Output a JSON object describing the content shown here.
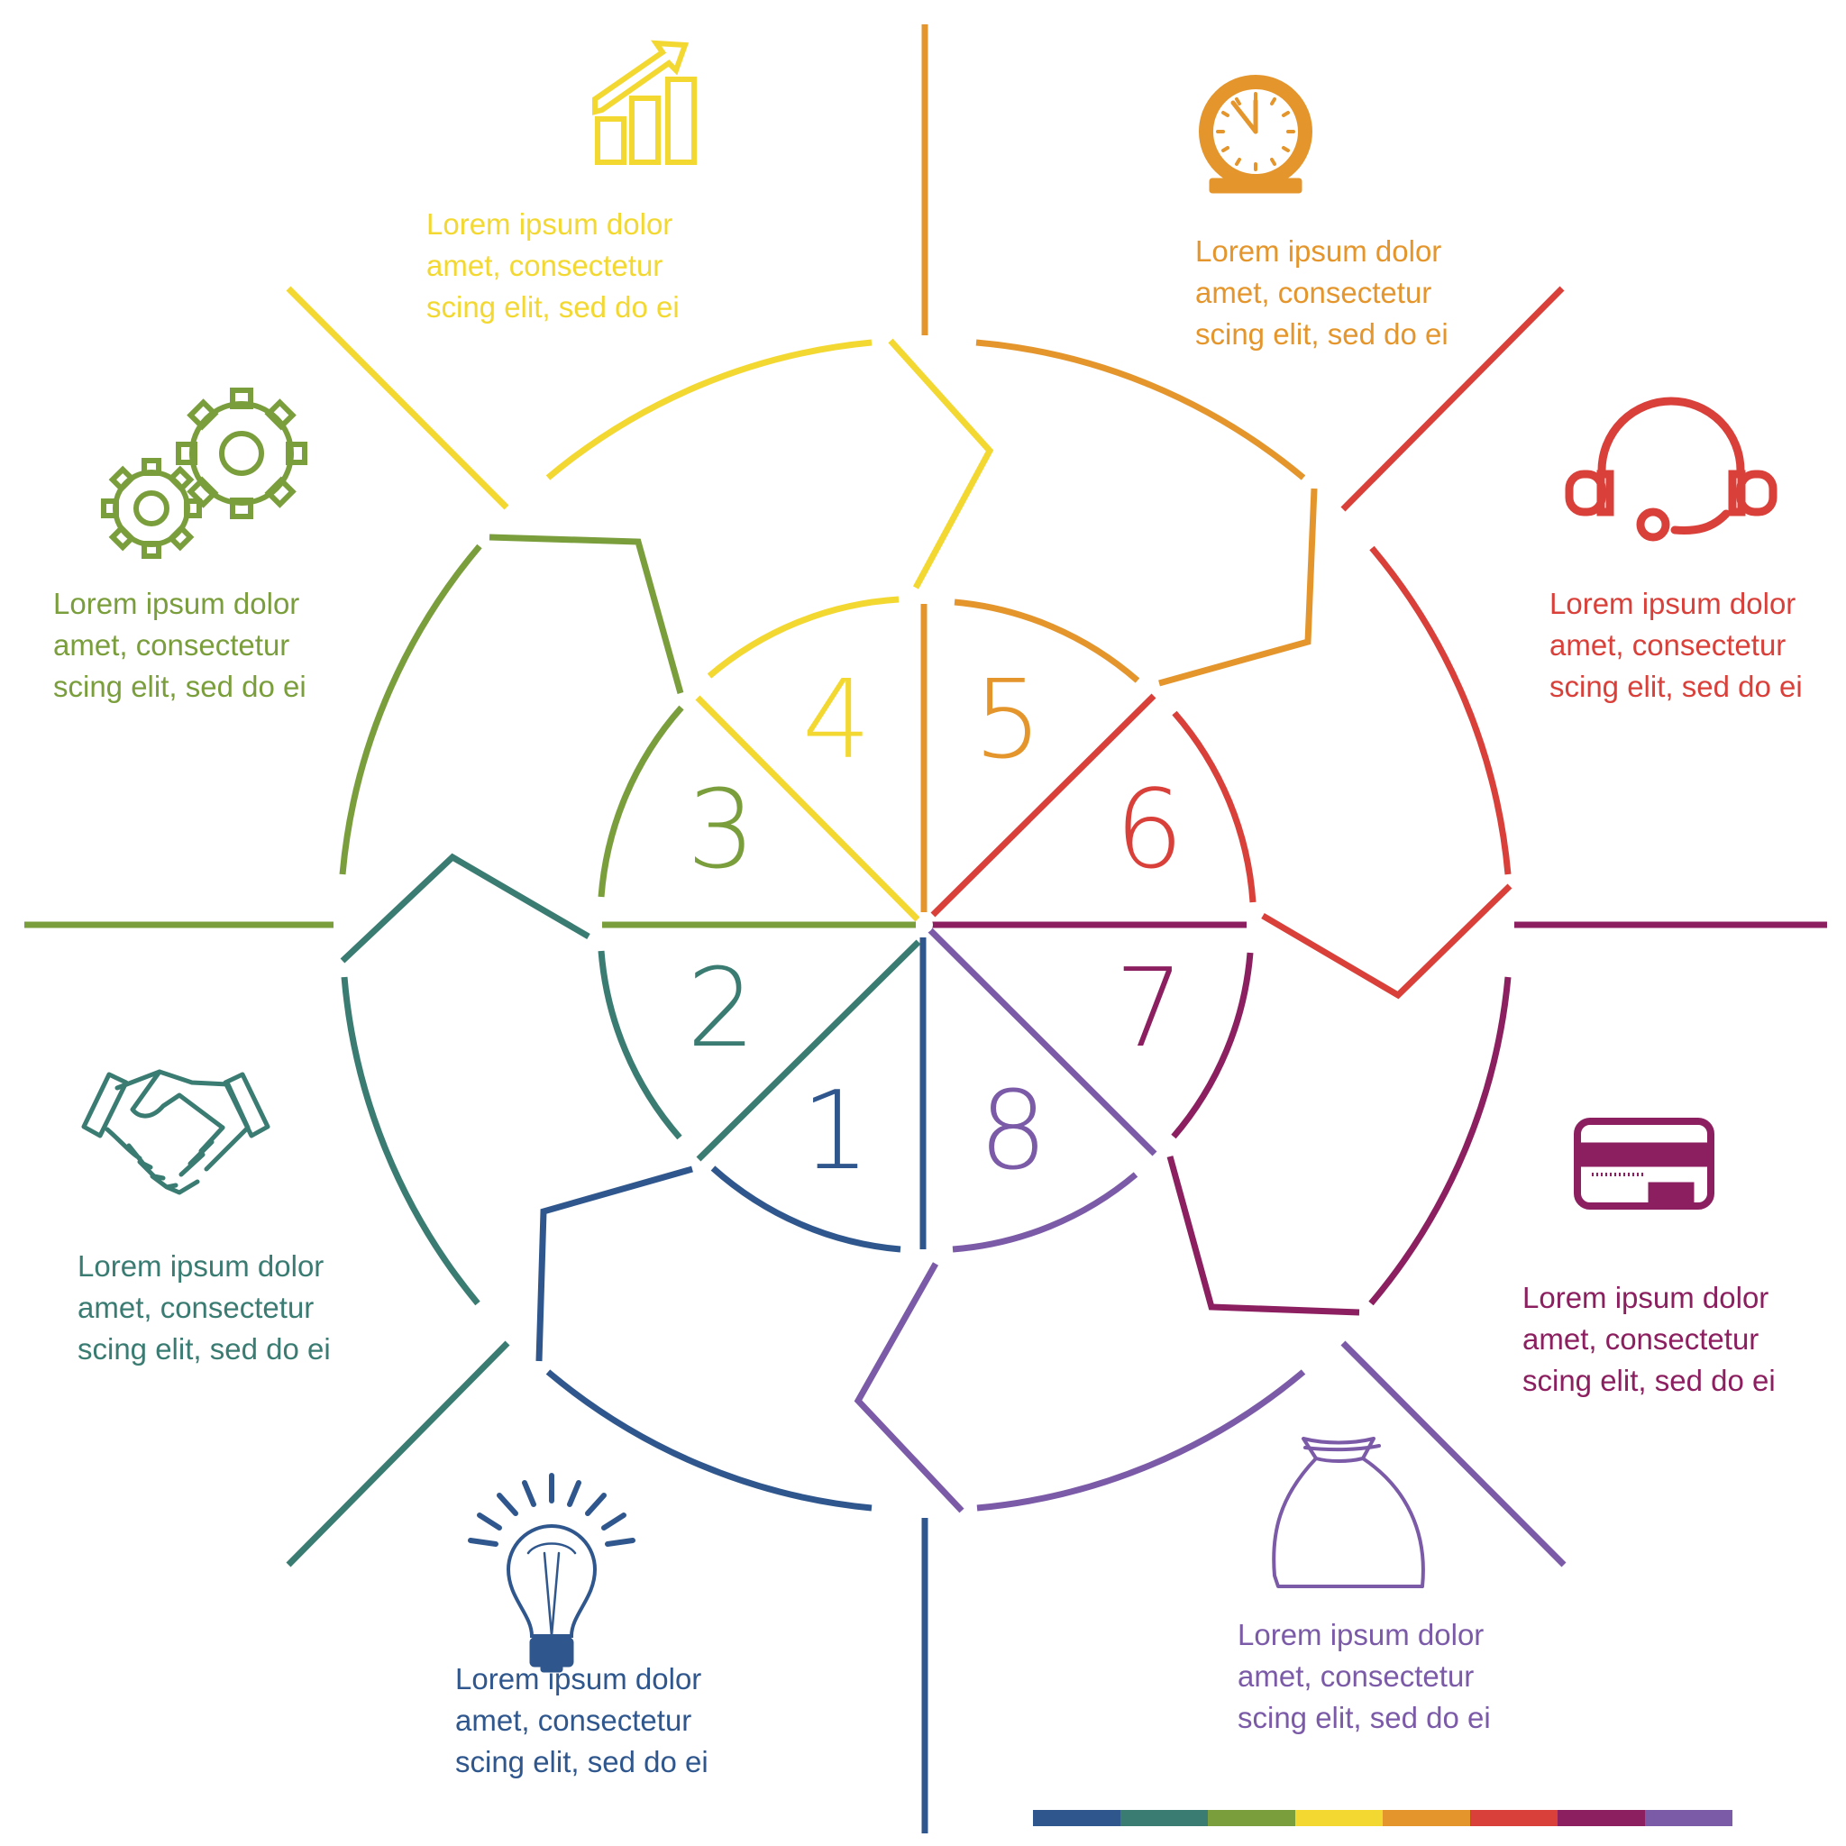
{
  "segments": [
    {
      "number": "1",
      "icon": "lightbulb-icon",
      "color": "#2f578d",
      "caption": [
        "Lorem ipsum dolor",
        "amet, consectetur",
        "scing elit, sed do ei"
      ]
    },
    {
      "number": "2",
      "icon": "handshake-icon",
      "color": "#3a7b72",
      "caption": [
        "Lorem ipsum dolor",
        "amet, consectetur",
        "scing elit, sed do ei"
      ]
    },
    {
      "number": "3",
      "icon": "gears-icon",
      "color": "#7b9e3d",
      "caption": [
        "Lorem ipsum dolor",
        "amet, consectetur",
        "scing elit, sed do ei"
      ]
    },
    {
      "number": "4",
      "icon": "growth-chart-icon",
      "color": "#f3d832",
      "caption": [
        "Lorem ipsum dolor",
        "amet, consectetur",
        "scing elit, sed do ei"
      ]
    },
    {
      "number": "5",
      "icon": "clock-icon",
      "color": "#e4962d",
      "caption": [
        "Lorem ipsum dolor",
        "amet, consectetur",
        "scing elit, sed do ei"
      ]
    },
    {
      "number": "6",
      "icon": "headset-icon",
      "color": "#d9403a",
      "caption": [
        "Lorem ipsum dolor",
        "amet, consectetur",
        "scing elit, sed do ei"
      ]
    },
    {
      "number": "7",
      "icon": "credit-card-icon",
      "color": "#8b1f5f",
      "caption": [
        "Lorem ipsum dolor",
        "amet, consectetur",
        "scing elit, sed do ei"
      ]
    },
    {
      "number": "8",
      "icon": "money-bag-icon",
      "color": "#7b5aa8",
      "caption": [
        "Lorem ipsum dolor",
        "amet, consectetur",
        "scing elit, sed do ei"
      ]
    }
  ],
  "money_bag_symbol": "$"
}
